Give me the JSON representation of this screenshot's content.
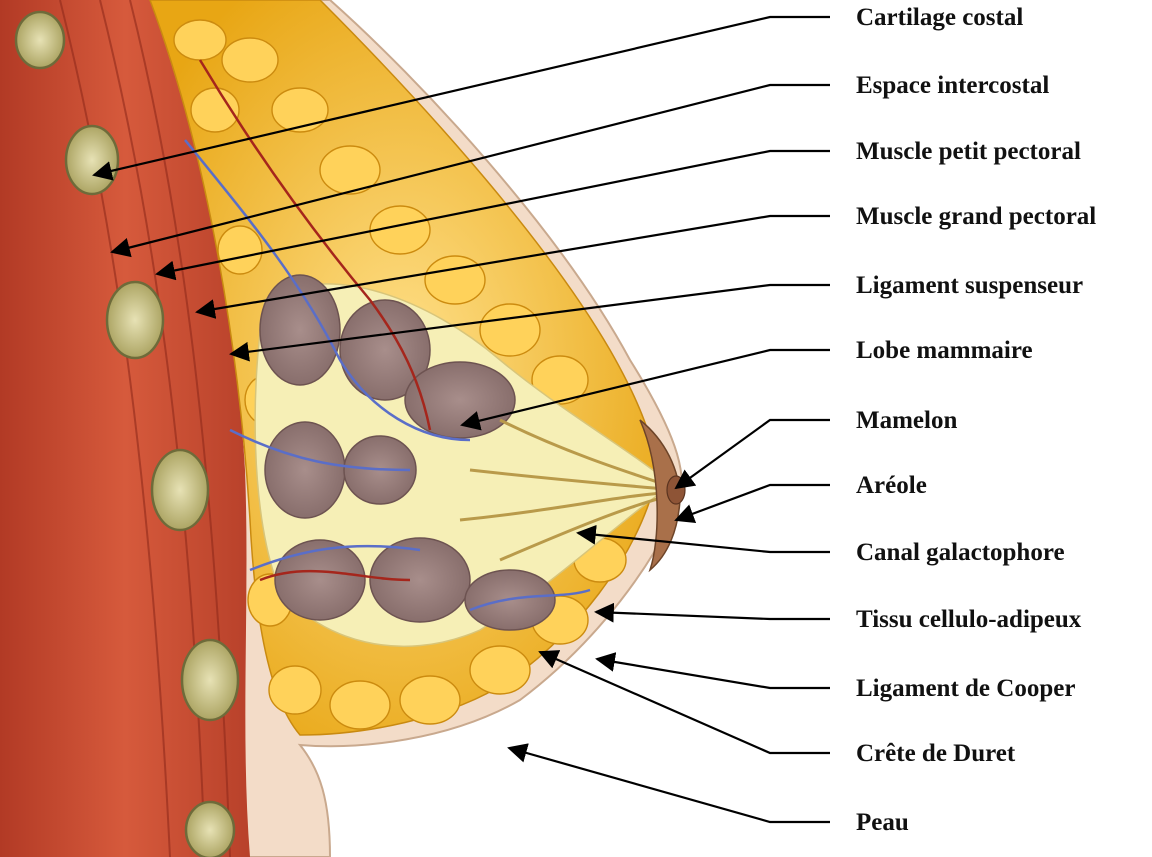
{
  "colors": {
    "background": "#ffffff",
    "skin": "#f3dcc8",
    "fat": "#f2b823",
    "fat_highlight": "#ffe08a",
    "muscle": "#c4452e",
    "rib_cartilage": "#d8d29a",
    "gland_lobe": "#9b7f7d",
    "duct_tissue": "#f6efb6",
    "vein": "#5a6ec8",
    "artery": "#a5261c",
    "leader_line": "#000000",
    "label_text": "#111111"
  },
  "labels": [
    {
      "id": "cartilage-costal",
      "text": "Cartilage costal"
    },
    {
      "id": "espace-intercostal",
      "text": "Espace intercostal"
    },
    {
      "id": "muscle-petit-pectoral",
      "text": "Muscle petit pectoral"
    },
    {
      "id": "muscle-grand-pectoral",
      "text": "Muscle grand pectoral"
    },
    {
      "id": "ligament-suspenseur",
      "text": "Ligament suspenseur"
    },
    {
      "id": "lobe-mammaire",
      "text": "Lobe mammaire"
    },
    {
      "id": "mamelon",
      "text": "Mamelon"
    },
    {
      "id": "areole",
      "text": "Aréole"
    },
    {
      "id": "canal-galactophore",
      "text": "Canal galactophore"
    },
    {
      "id": "tissu-cellulo-adipeux",
      "text": "Tissu cellulo-adipeux"
    },
    {
      "id": "ligament-de-cooper",
      "text": "Ligament de Cooper"
    },
    {
      "id": "crete-de-duret",
      "text": "Crête de Duret"
    },
    {
      "id": "peau",
      "text": "Peau"
    }
  ]
}
